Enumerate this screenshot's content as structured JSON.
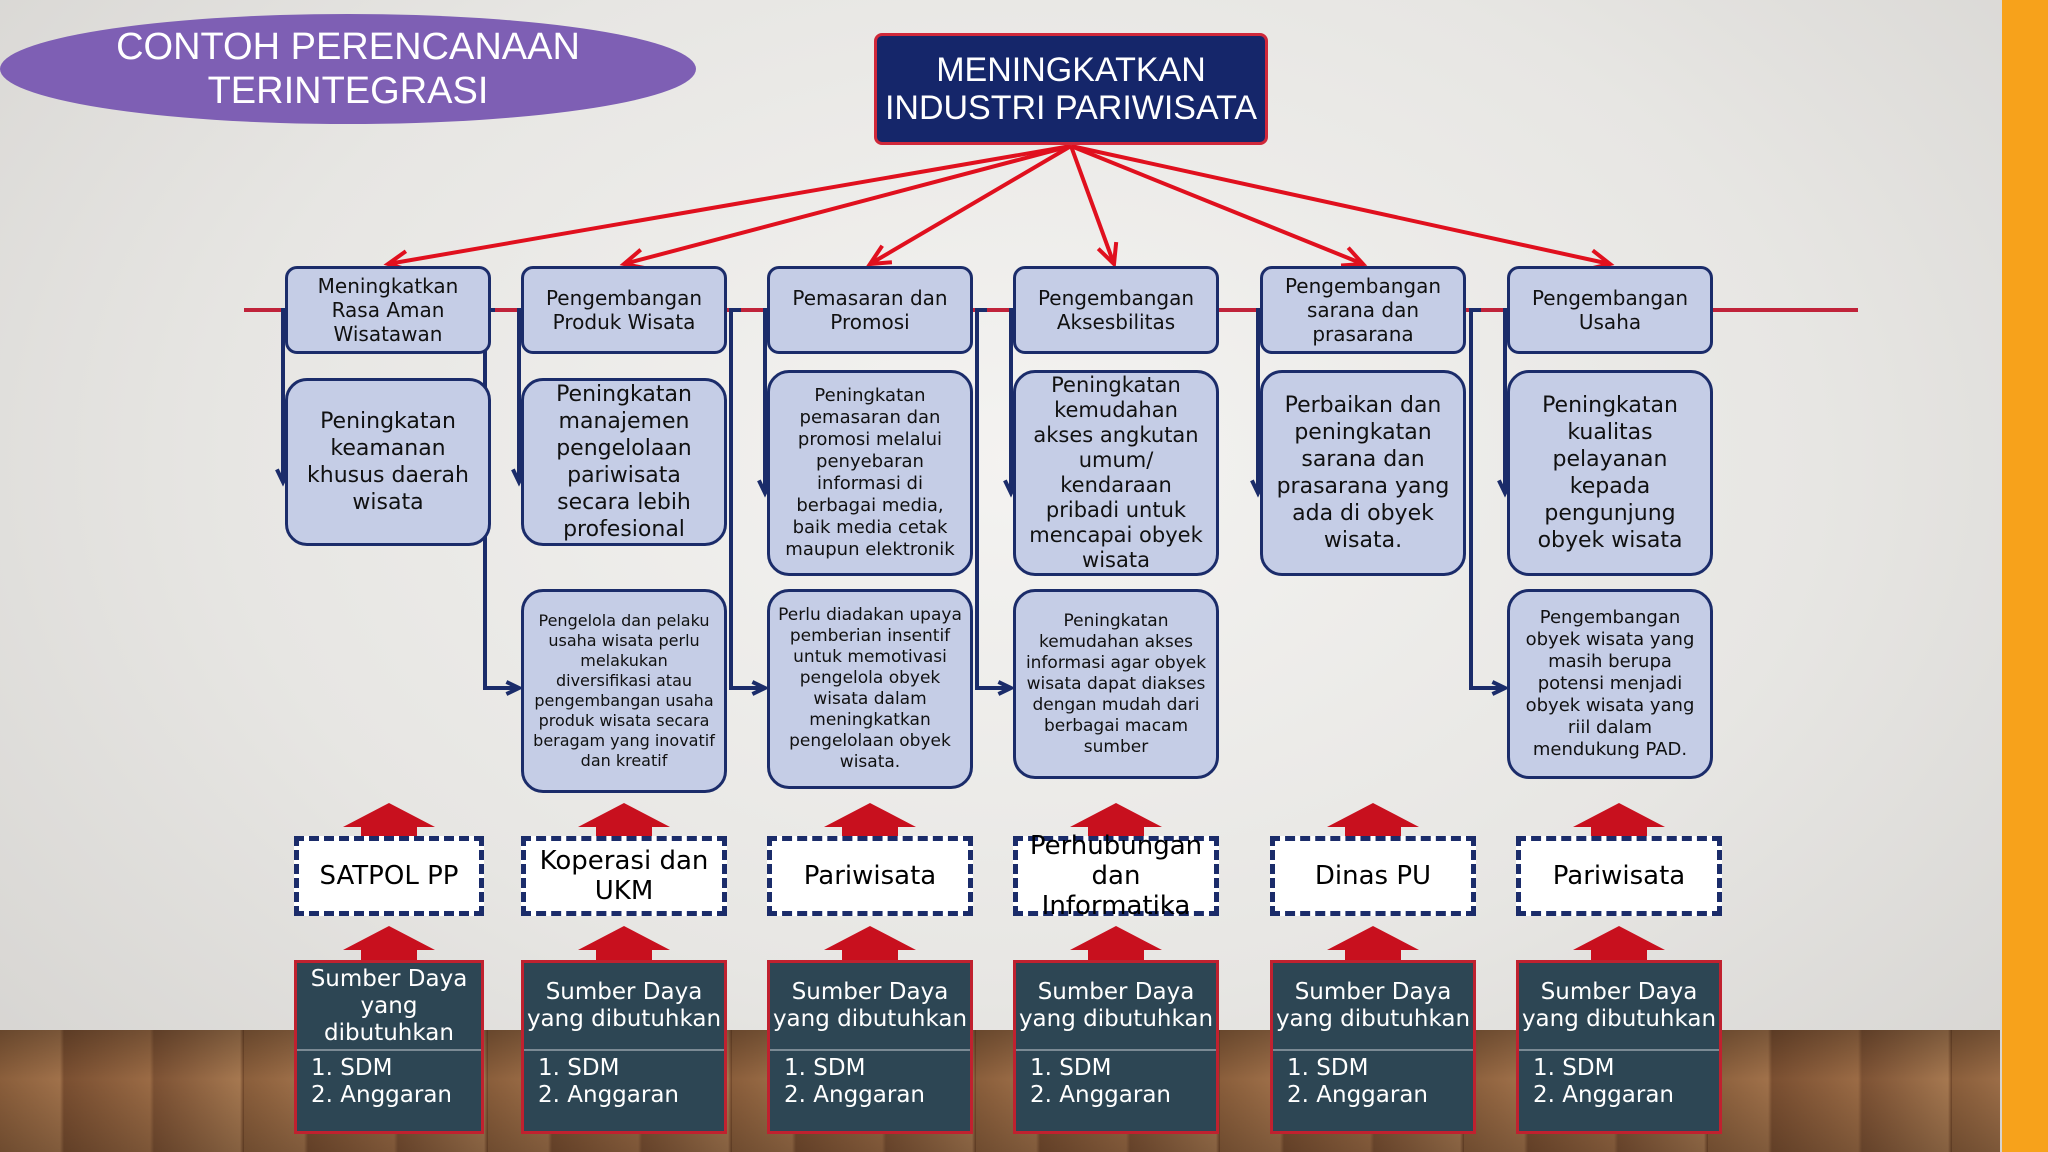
{
  "title": "CONTOH PERENCANAAN\nTERINTEGRASI",
  "goal": "MENINGKATKAN INDUSTRI PARIWISATA",
  "columns": [
    {
      "program": "Meningkatkan Rasa Aman Wisatawan",
      "activities": [
        "Peningkatan keamanan khusus daerah wisata"
      ],
      "agency": "SATPOL PP",
      "resources": {
        "title": "Sumber Daya yang dibutuhkan",
        "items": [
          "1.  SDM",
          "2.  Anggaran"
        ]
      }
    },
    {
      "program": "Pengembangan Produk Wisata",
      "activities": [
        "Peningkatan manajemen pengelolaan pariwisata secara lebih profesional",
        "Pengelola dan pelaku usaha wisata perlu melakukan diversifikasi atau pengembangan usaha produk wisata secara beragam yang inovatif dan kreatif"
      ],
      "agency": "Koperasi dan UKM",
      "resources": {
        "title": "Sumber Daya yang dibutuhkan",
        "items": [
          "1.  SDM",
          "2.  Anggaran"
        ]
      }
    },
    {
      "program": "Pemasaran dan Promosi",
      "activities": [
        "Peningkatan pemasaran dan promosi melalui penyebaran informasi di berbagai media, baik media cetak maupun elektronik",
        "Perlu diadakan upaya pemberian insentif untuk memotivasi pengelola obyek wisata dalam meningkatkan pengelolaan obyek wisata."
      ],
      "agency": "Pariwisata",
      "resources": {
        "title": "Sumber Daya yang dibutuhkan",
        "items": [
          "1.  SDM",
          "2.  Anggaran"
        ]
      }
    },
    {
      "program": "Pengembangan Aksesbilitas",
      "activities": [
        "Peningkatan kemudahan akses angkutan umum/ kendaraan pribadi untuk mencapai obyek wisata",
        "Peningkatan kemudahan akses informasi agar obyek wisata dapat diakses dengan mudah dari berbagai macam sumber"
      ],
      "agency": "Perhubungan dan Informatika",
      "resources": {
        "title": "Sumber Daya yang dibutuhkan",
        "items": [
          "1.  SDM",
          "2.  Anggaran"
        ]
      }
    },
    {
      "program": "Pengembangan sarana dan prasarana",
      "activities": [
        "Perbaikan dan peningkatan sarana dan prasarana yang ada di obyek wisata."
      ],
      "agency": "Dinas PU",
      "resources": {
        "title": "Sumber Daya yang dibutuhkan",
        "items": [
          "1.  SDM",
          "2.  Anggaran"
        ]
      }
    },
    {
      "program": "Pengembangan Usaha",
      "activities": [
        "Peningkatan kualitas pelayanan kepada pengunjung obyek wisata",
        "Pengembangan obyek wisata yang masih berupa potensi menjadi obyek wisata yang riil dalam mendukung PAD."
      ],
      "agency": "Pariwisata",
      "resources": {
        "title": "Sumber Daya yang dibutuhkan",
        "items": [
          "1.  SDM",
          "2.  Anggaran"
        ]
      }
    }
  ],
  "colors": {
    "title_pill": "#7e5fb4",
    "goal_box": "#15266a",
    "box_fill": "#c5cde6",
    "box_border": "#1b2c6a",
    "arrow_red": "#e0101e",
    "connector_navy": "#1b2c6a",
    "resource_fill": "#2d4654",
    "accent_orange": "#f7a21b"
  }
}
